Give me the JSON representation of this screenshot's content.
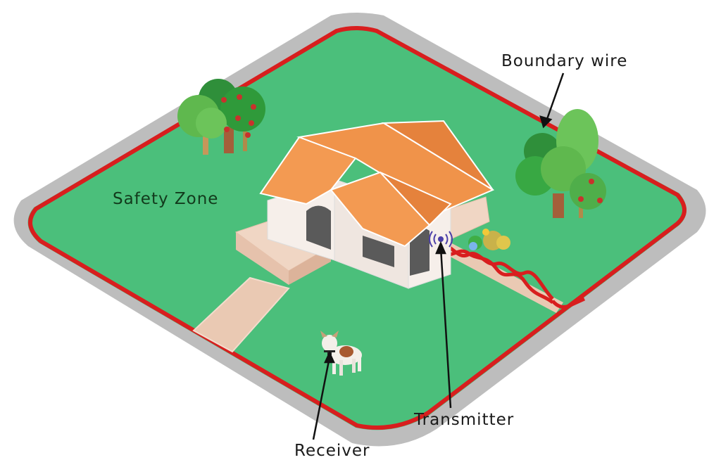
{
  "diagram": {
    "subject": "Invisible dog fence layout",
    "labels": {
      "boundary_wire": "Boundary wire",
      "safety_zone": "Safety Zone",
      "transmitter": "Transmitter",
      "receiver": "Receiver"
    },
    "elements": [
      {
        "id": "yard",
        "description": "Rounded diamond-shaped lawn"
      },
      {
        "id": "boundary-wire",
        "description": "Red wire loop around yard perimeter"
      },
      {
        "id": "twisted-wire",
        "description": "Twisted red wire from transmitter to boundary loop"
      },
      {
        "id": "house",
        "description": "House with orange roof"
      },
      {
        "id": "transmitter",
        "description": "Signal emitter on house wall"
      },
      {
        "id": "dog",
        "description": "Dog wearing receiver collar"
      },
      {
        "id": "trees-left",
        "description": "Cluster of trees, top-left"
      },
      {
        "id": "trees-right",
        "description": "Cluster of trees, right"
      },
      {
        "id": "flowers",
        "description": "Flower bed next to house"
      }
    ],
    "colors": {
      "lawn": "#4bbf7b",
      "border": "#bdbdbd",
      "wire": "#d81e1e",
      "roof": "#f39a52",
      "roof_dark": "#e5823c",
      "wall": "#f6efea",
      "path": "#eac9b3",
      "signal": "#4b3fa8"
    }
  }
}
